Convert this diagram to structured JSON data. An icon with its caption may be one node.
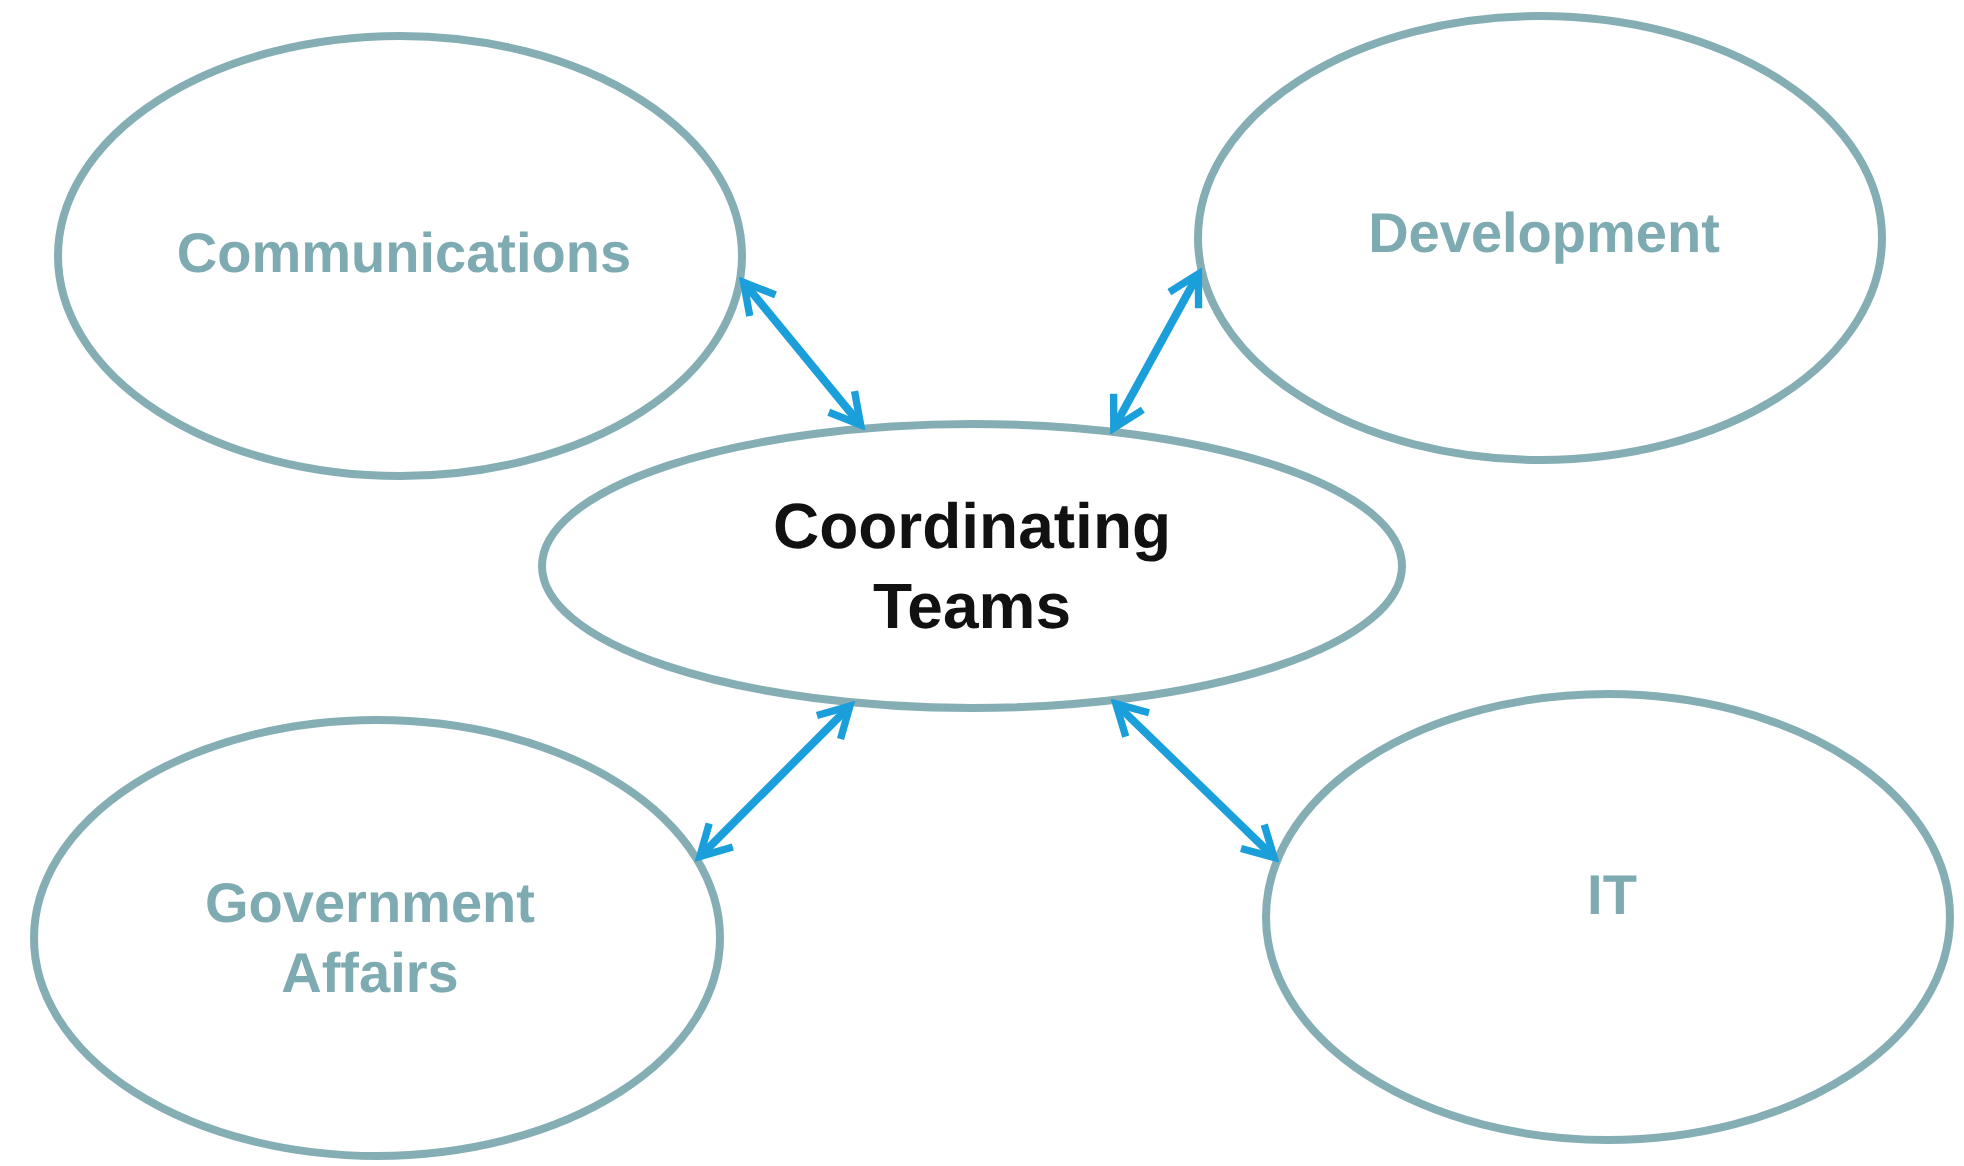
{
  "diagram": {
    "nodes": [
      {
        "text": [
          "Communications"
        ]
      },
      {
        "text": [
          "Development"
        ]
      },
      {
        "text": [
          "Coordinating Teams"
        ]
      },
      {
        "text": [
          "Government Affairs"
        ]
      },
      {
        "text": [
          "IT"
        ]
      }
    ],
    "edges": [
      {
        "from": 2,
        "to": 0,
        "arrow": "both"
      },
      {
        "from": 2,
        "to": 1,
        "arrow": "both"
      },
      {
        "from": 2,
        "to": 3,
        "arrow": "both"
      },
      {
        "from": 2,
        "to": 4,
        "arrow": "both"
      }
    ]
  }
}
